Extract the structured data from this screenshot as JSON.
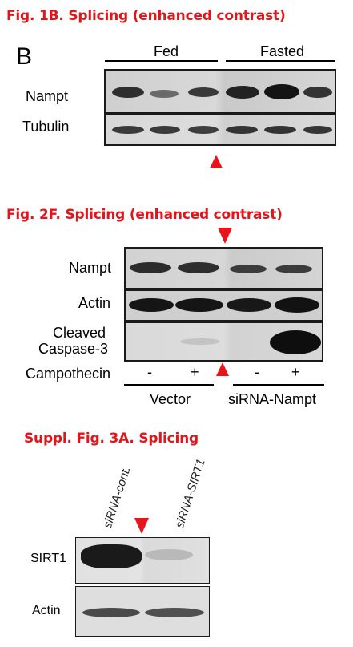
{
  "fig1": {
    "title": "Fig. 1B. Splicing (enhanced contrast)",
    "panel_letter": "B",
    "group_fed": "Fed",
    "group_fasted": "Fasted",
    "row_nampt": "Nampt",
    "row_tubulin": "Tubulin"
  },
  "fig2": {
    "title": "Fig. 2F. Splicing (enhanced contrast)",
    "row_nampt": "Nampt",
    "row_actin": "Actin",
    "row_cleaved_1": "Cleaved",
    "row_cleaved_2": "Caspase-3",
    "row_campothecin": "Campothecin",
    "lane_signs": [
      "-",
      "+",
      "-",
      "+"
    ],
    "group_vector": "Vector",
    "group_sirna": "siRNA-Nampt"
  },
  "fig3": {
    "title": "Suppl. Fig. 3A. Splicing",
    "lane_1": "siRNA-cont.",
    "lane_2": "siRNA-SIRT1",
    "row_sirt1": "SIRT1",
    "row_actin": "Actin"
  },
  "colors": {
    "title_red": "#e0161b",
    "arrow_red": "#e8141b"
  }
}
